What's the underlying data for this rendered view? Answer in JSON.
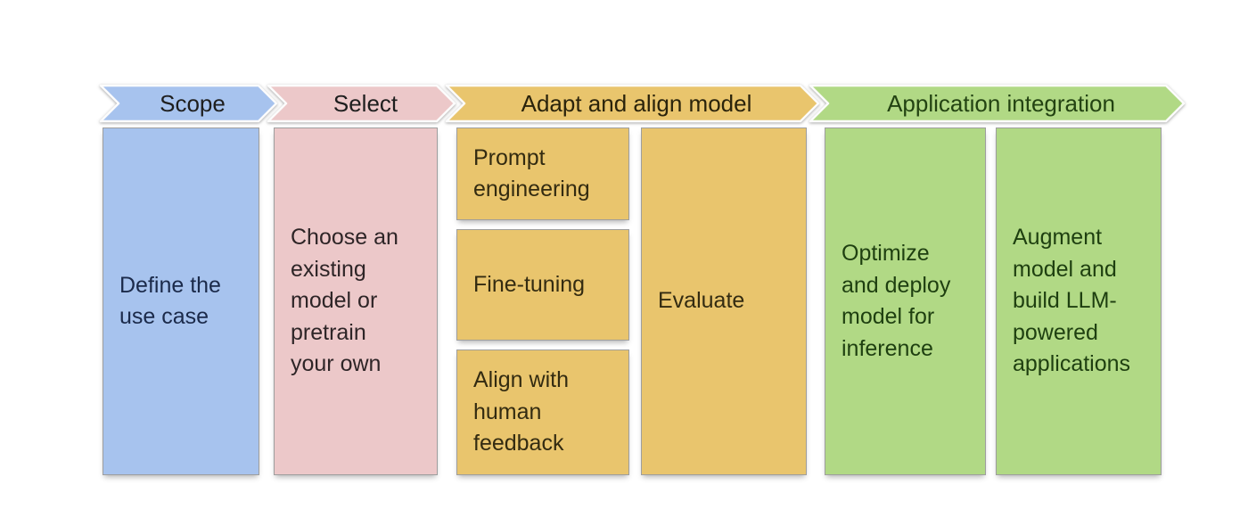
{
  "colors": {
    "canvas_bg": "#ffffff",
    "scope_fill": "#a7c3ee",
    "select_fill": "#ecc8c9",
    "adapt_fill": "#e9c56d",
    "integrate_fill": "#b1d985",
    "scope_header_text": "#1e1e1e",
    "select_header_text": "#1e1e1e",
    "adapt_header_text": "#2a230b",
    "integrate_header_text": "#234312",
    "scope_box_text": "#1b2a4a",
    "select_box_text": "#2e2527",
    "adapt_box_text": "#332b11",
    "integrate_box_text": "#1e3f10",
    "box_border": "#9e9e9e",
    "arrow_stroke": "#fcfcfc"
  },
  "stages": [
    {
      "label": "Scope",
      "boxes": [
        {
          "label": "Define the use case",
          "lines": [
            "Define the",
            "use case"
          ]
        }
      ]
    },
    {
      "label": "Select",
      "boxes": [
        {
          "label": "Choose an existing model or pretrain your own",
          "lines": [
            "Choose an",
            "existing",
            "model or",
            "pretrain",
            "your own"
          ]
        }
      ]
    },
    {
      "label": "Adapt and align model",
      "boxes": [
        {
          "label": "Prompt engineering",
          "lines": [
            "Prompt",
            "engineering"
          ]
        },
        {
          "label": "Fine-tuning",
          "lines": [
            "Fine-tuning"
          ]
        },
        {
          "label": "Align with human feedback",
          "lines": [
            "Align with",
            "human",
            "feedback"
          ]
        },
        {
          "label": "Evaluate",
          "lines": [
            "Evaluate"
          ]
        }
      ]
    },
    {
      "label": "Application integration",
      "boxes": [
        {
          "label": "Optimize and deploy model for inference",
          "lines": [
            "Optimize",
            "and deploy",
            "model for",
            "inference"
          ]
        },
        {
          "label": "Augment model and build LLM-powered applications",
          "lines": [
            "Augment",
            "model and",
            "build LLM-",
            "powered",
            "applications"
          ]
        }
      ]
    }
  ]
}
